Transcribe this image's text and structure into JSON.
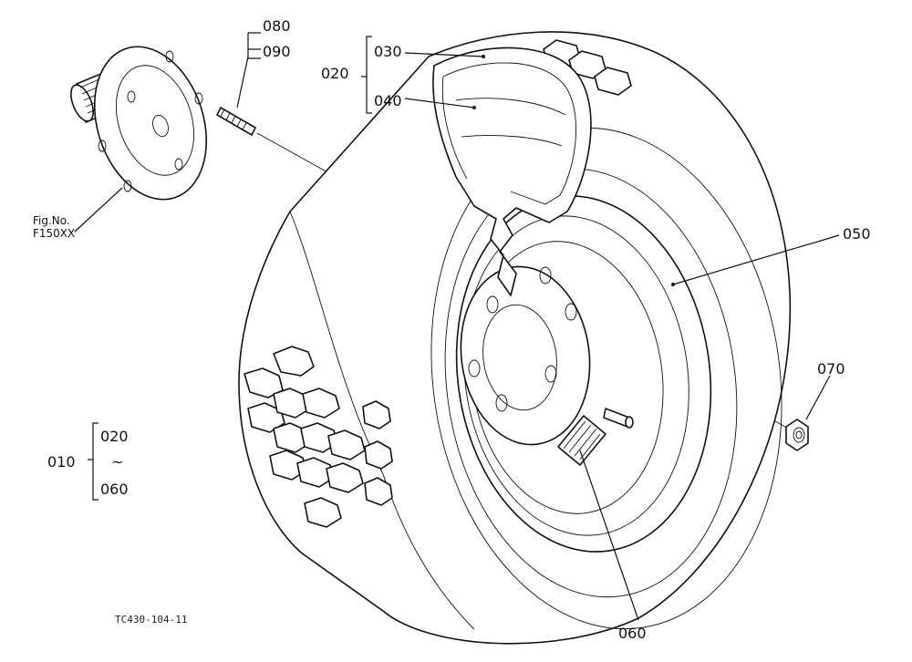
{
  "callouts": {
    "c080": "080",
    "c090": "090",
    "c020_top": "020",
    "c030": "030",
    "c040": "040",
    "c050": "050",
    "c070": "070",
    "c060": "060",
    "c010": "010",
    "c010_from": "020",
    "c010_tilde": "~",
    "c010_to": "060"
  },
  "fig_ref": {
    "line1": "Fig.No.",
    "line2": "F150XX"
  },
  "drawing_code": "TC430-104-11"
}
